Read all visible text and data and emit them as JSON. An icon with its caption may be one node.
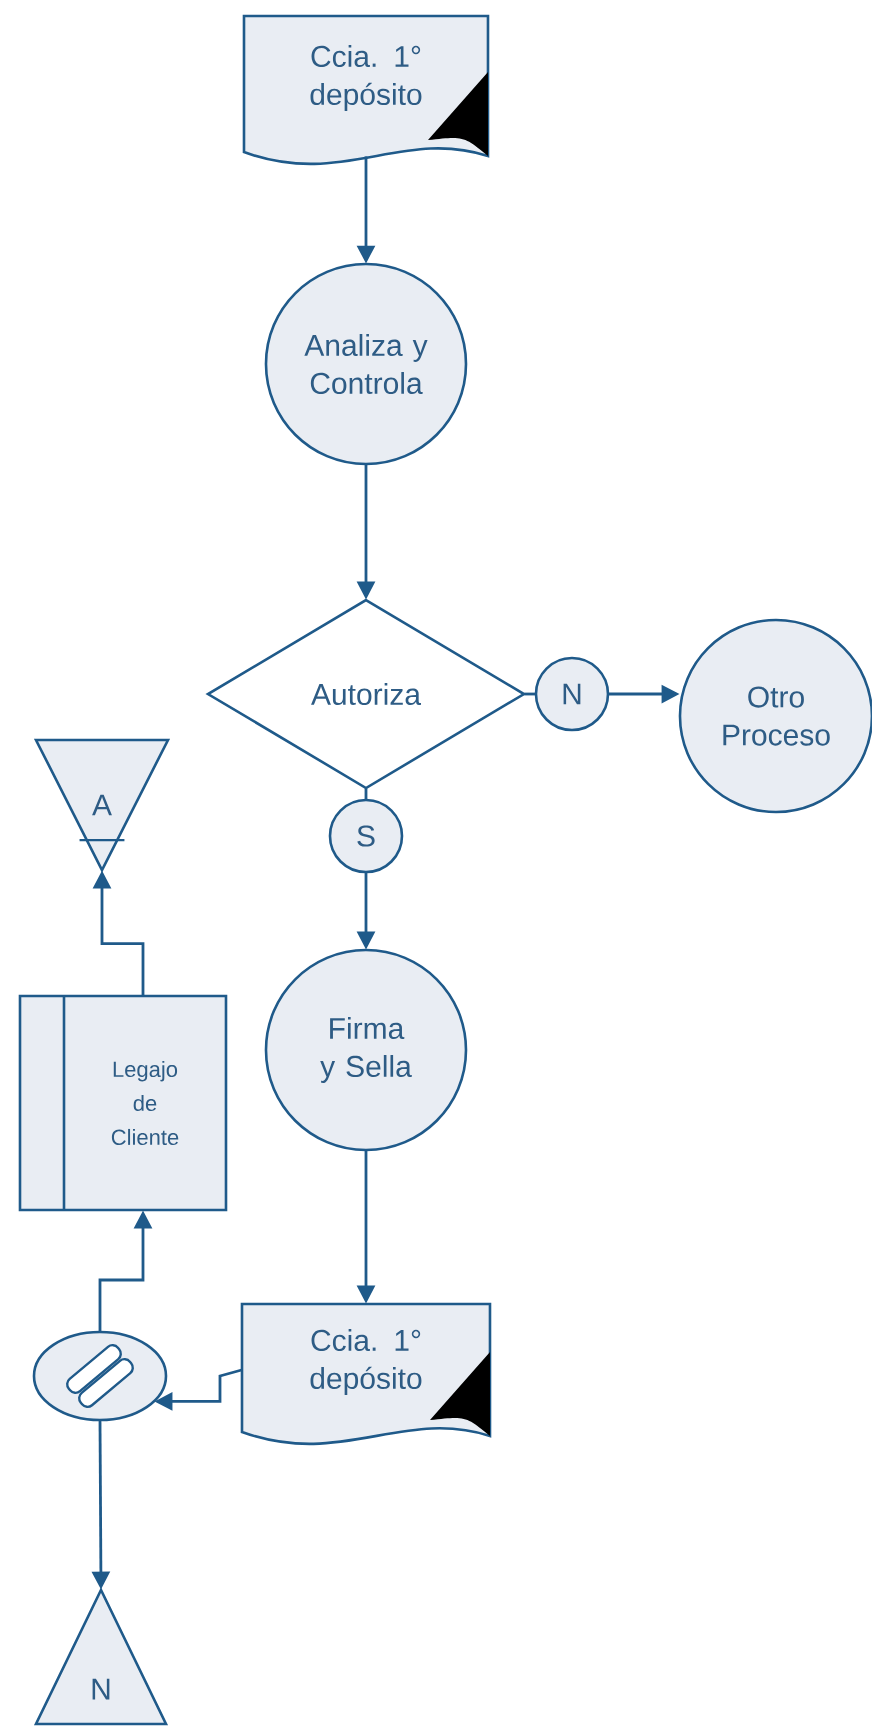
{
  "diagram": {
    "nodes": [
      {
        "text": [
          "Ccia. 1° depósito"
        ]
      },
      {
        "text": [
          "Analiza y Controla"
        ]
      },
      {
        "text": [
          "Autoriza"
        ]
      },
      {
        "text": [
          "N"
        ]
      },
      {
        "text": [
          "Otro Proceso"
        ]
      },
      {
        "text": [
          "S"
        ]
      },
      {
        "text": [
          "Firma y Sella"
        ]
      },
      {
        "text": [
          "Ccia. 1° depósito"
        ]
      },
      {
        "text": [],
        "shape": "ellipse"
      },
      {
        "text": [
          "Legajo de Cliente"
        ]
      },
      {
        "text": [
          "A"
        ]
      },
      {
        "text": [
          "N"
        ]
      }
    ],
    "edges": [
      {
        "from": 0,
        "to": 1,
        "arrow": "to"
      },
      {
        "from": 1,
        "to": 2,
        "arrow": "to"
      },
      {
        "from": 2,
        "to": 3,
        "arrow": "none"
      },
      {
        "from": 3,
        "to": 4,
        "arrow": "to"
      },
      {
        "from": 2,
        "to": 5,
        "arrow": "none"
      },
      {
        "from": 5,
        "to": 6,
        "arrow": "to"
      },
      {
        "from": 6,
        "to": 7,
        "arrow": "to"
      },
      {
        "from": 7,
        "to": 8,
        "arrow": "to"
      },
      {
        "from": 8,
        "to": 9,
        "arrow": "to"
      },
      {
        "from": 9,
        "to": 10,
        "arrow": "to"
      },
      {
        "from": 8,
        "to": 11,
        "arrow": "to"
      }
    ]
  }
}
